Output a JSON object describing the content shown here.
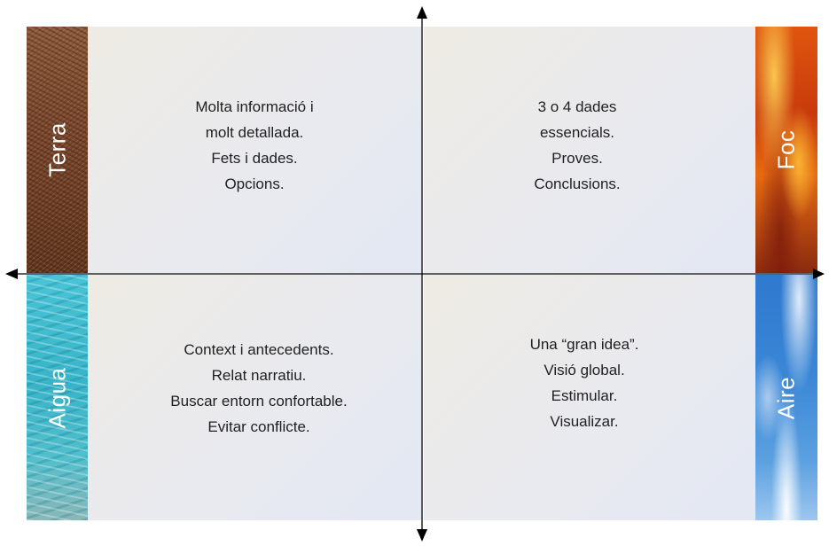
{
  "quadrants": {
    "terra": {
      "label": "Terra",
      "lines": [
        "Molta informació i",
        "molt detallada.",
        "Fets i dades.",
        "Opcions."
      ]
    },
    "foc": {
      "label": "Foc",
      "lines": [
        "3 o 4 dades",
        "essencials.",
        "Proves.",
        "Conclusions."
      ]
    },
    "aigua": {
      "label": "Aigua",
      "lines": [
        "Context i antecedents.",
        "Relat narratiu.",
        "Buscar entorn confortable.",
        "Evitar conflicte."
      ]
    },
    "aire": {
      "label": "Aire",
      "lines": [
        "Una “gran idea”.",
        "Visió global.",
        "Estimular.",
        "Visualizar."
      ]
    }
  },
  "colors": {
    "terra": "#7a4a30",
    "foc": "#d8480f",
    "aigua": "#3fbccf",
    "aire": "#3a86d6",
    "axis": "#000000",
    "panel": "#ebeaea"
  }
}
